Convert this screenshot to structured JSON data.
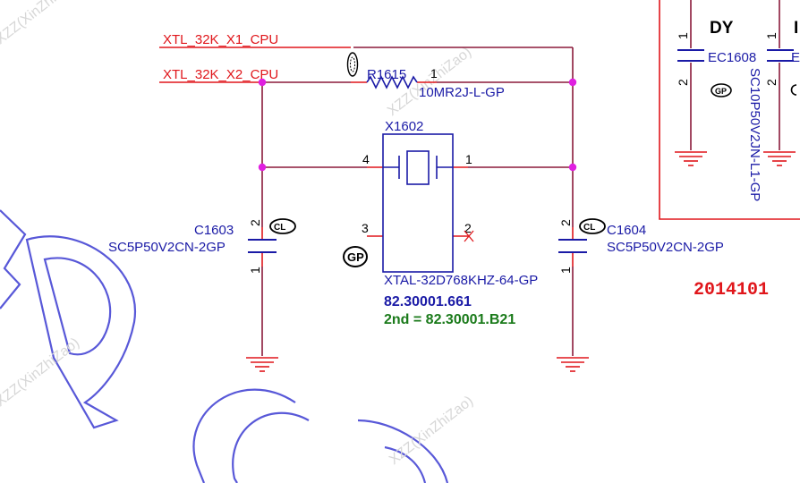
{
  "nets": {
    "x1": "XTL_32K_X1_CPU",
    "x2": "XTL_32K_X2_CPU"
  },
  "r1615": {
    "ref": "R1615",
    "value": "10MR2J-L-GP",
    "pin": "1"
  },
  "x1602": {
    "ref": "X1602",
    "value": "XTAL-32D768KHZ-64-GP",
    "pins": [
      "4",
      "1",
      "3",
      "2"
    ],
    "part_number": "82.30001.661",
    "second_source": "2nd = 82.30001.B21"
  },
  "c1603": {
    "ref": "C1603",
    "value": "SC5P50V2CN-2GP",
    "pins": [
      "2",
      "1"
    ]
  },
  "c1604": {
    "ref": "C1604",
    "value": "SC5P50V2CN-2GP",
    "pins": [
      "2",
      "1"
    ]
  },
  "ec1608": {
    "ref": "EC1608",
    "ref2": "E",
    "value": "SC10P50V2JN-L1-GP",
    "pins": [
      "1",
      "2"
    ],
    "option": "DY",
    "option2": "I"
  },
  "date_code": "2014101",
  "watermark": "XZZ(XinZhiZao)",
  "colors": {
    "wire_red": "#e0161b",
    "wire_dark": "#8b1a3a",
    "component": "#1a1aa6",
    "junction": "#e020e0"
  }
}
